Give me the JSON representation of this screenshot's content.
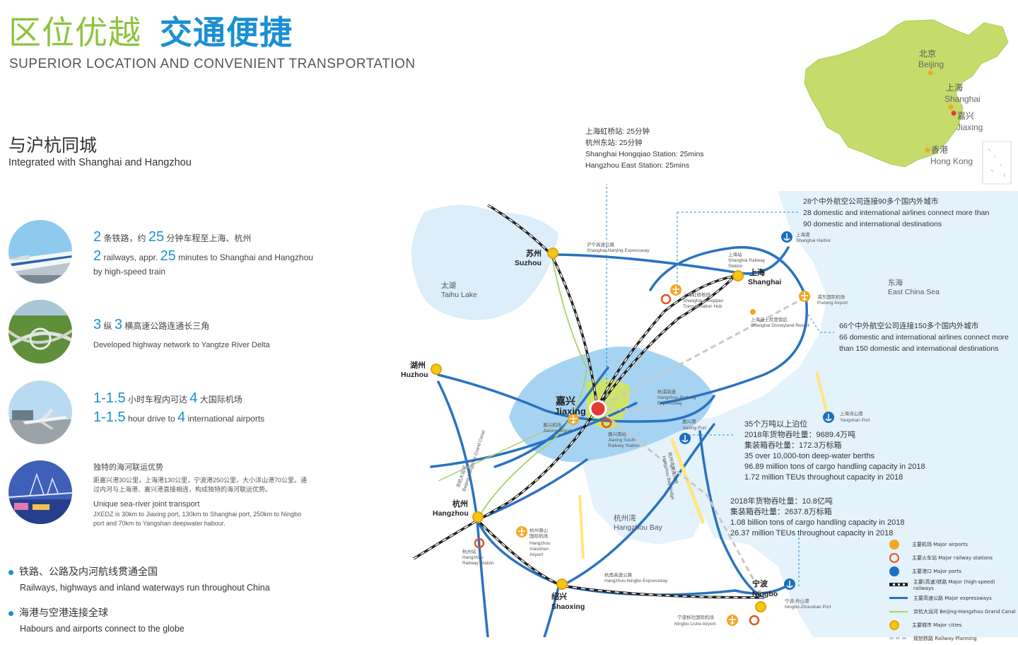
{
  "header": {
    "title_cn_a": "区位优越",
    "title_cn_b": "交通便捷",
    "title_en": "SUPERIOR LOCATION AND CONVENIENT TRANSPORTATION"
  },
  "section": {
    "title_cn": "与沪杭同城",
    "title_en": "Integrated with Shanghai and Hangzhou"
  },
  "features": [
    {
      "n1": "2",
      "cn_a": "条铁路，约",
      "n2": "25",
      "cn_b": "分钟车程至上海、杭州",
      "en_n1": "2",
      "en_a": "railways, appr.",
      "en_n2": "25",
      "en_b": "minutes to Shanghai and Hangzhou",
      "en_c": "by high-speed train"
    },
    {
      "n1": "3",
      "cn_a": "纵",
      "n2": "3",
      "cn_b": "横高速公路连通长三角",
      "en": "Developed highway network to Yangtze River Delta"
    },
    {
      "n1": "1-1.5",
      "cn_a": "小时车程内可达",
      "n2": "4",
      "cn_b": "大国际机场",
      "en_n1": "1-1.5",
      "en_a": "hour drive to",
      "en_n2": "4",
      "en_b": "international airports"
    },
    {
      "cn_title": "独特的海河联运优势",
      "cn_body": "距嘉兴港30公里，上海港130公里，宁波港250公里，大小洋山港70公里。通过内河与上海港、嘉兴港直接相连，构成独特的海河联运优势。",
      "en_title": "Unique sea-river joint transport",
      "en_body": "JXEDZ is 30km to Jiaxing port, 130km to Shanghai port, 250km to Ningbo port and 70km to Yangshan deepwater habour."
    }
  ],
  "bullets": [
    {
      "cn": "铁路、公路及内河航线贯通全国",
      "en": "Railways, highways and inland waterways run throughout China"
    },
    {
      "cn": "海港与空港连接全球",
      "en": "Habours and airports connect to the globe"
    }
  ],
  "inset_map": {
    "cities": [
      {
        "cn": "北京",
        "en": "Beijing"
      },
      {
        "cn": "上海",
        "en": "Shanghai"
      },
      {
        "cn": "嘉兴",
        "en": "Jiaxing"
      },
      {
        "cn": "香港",
        "en": "Hong Kong"
      }
    ]
  },
  "callouts": {
    "rail": [
      "上海虹桥站: 25分钟",
      "杭州东站: 25分钟",
      "Shanghai Hongqiao Station: 25mins",
      "Hangzhou East Station: 25mins"
    ],
    "hongqiao": [
      "28个中外航空公司连接90多个国内外城市",
      "28 domestic and international airlines connect more than",
      "90 domestic and international destinations"
    ],
    "pudong": [
      "66个中外航空公司连接150多个国内外城市",
      "66 domestic and international airlines connect more",
      "than 150 domestic and international destinations"
    ],
    "jiaxing_port": [
      "35个万吨以上泊位",
      "2018年货物吞吐量：9689.4万吨",
      "集装箱吞吐量：172.3万标箱",
      "35 over 10,000-ton deep-water berths",
      "96.89 million tons of cargo handling capacity in 2018",
      "1.72 million TEUs throughout capacity in 2018"
    ],
    "ningbo_port": [
      "2018年货物吞吐量：10.8亿吨",
      "集装箱吞吐量：2637.8万标箱",
      "1.08 billion tons of cargo handling capacity in 2018",
      "26.37 million TEUs throughout capacity in 2018"
    ]
  },
  "map_labels": {
    "suzhou": [
      "苏州",
      "Suzhou"
    ],
    "shanghai": [
      "上海",
      "Shanghai"
    ],
    "jiaxing": [
      "嘉兴",
      "Jiaxing"
    ],
    "huzhou": [
      "湖州",
      "Huzhou"
    ],
    "hangzhou": [
      "杭州",
      "Hangzhou"
    ],
    "shaoxing": [
      "绍兴",
      "Shaoxing"
    ],
    "ningbo": [
      "宁波",
      "Ningbo"
    ],
    "taihu": [
      "太湖",
      "Taihu Lake"
    ],
    "eastsea": [
      "东海",
      "East China Sea"
    ],
    "hzbay": [
      "杭州湾",
      "Hangzhou Bay"
    ],
    "sh_harbor": [
      "上海港",
      "Shanghai Harbor"
    ],
    "sh_station": [
      "上海站",
      "Shanghai Railway",
      "Station"
    ],
    "hongqiao_hub": [
      "上海虹桥枢纽",
      "Shanghai Hongqiao",
      "Transportation Hub"
    ],
    "pudong_airport": [
      "浦东国际机场",
      "Pudong Airport"
    ],
    "disney": [
      "上海迪士尼度假区",
      "Shanghai Disneyland Resort"
    ],
    "yangshan": [
      "上海洋山港",
      "Yangshan Port"
    ],
    "jx_port": [
      "嘉兴港",
      "Jiaxing Port"
    ],
    "jx_airport": [
      "嘉兴机场",
      "Jiaxing Airport"
    ],
    "jx_south": [
      "嘉兴南站",
      "Jiaxing South",
      "Railway Station"
    ],
    "hz_airport": [
      "杭州萧山",
      "国际机场",
      "Hangzhou",
      "Xiaoshan",
      "Airport"
    ],
    "hz_station": [
      "杭州站",
      "Hangzhou",
      "Railway Station"
    ],
    "nb_airport": [
      "宁波栎社国际机场",
      "Ningbo Lishe Airport"
    ],
    "nb_port": [
      "宁波-舟山港",
      "Ningbo-Zhoushan Port"
    ],
    "hwy_hn": [
      "杭甬高速公路",
      "Hangzhou-Ningbo Expressway"
    ],
    "hwy_sn": [
      "沪宁高速公路",
      "Shanghai-Nanjing Expressway"
    ],
    "hwy_hzbay": [
      "杭州湾跨海大桥",
      "Hangzhou Bay Bridge"
    ],
    "hwy_hp": [
      "杭浦高速",
      "Hangzhou-Pudong",
      "Expressway"
    ],
    "hwy_canal": [
      "京杭大运河",
      "Beijing-Hangzhou Grand Canal"
    ]
  },
  "legend": [
    {
      "icon": "airport",
      "label": "主要机场  Major airports"
    },
    {
      "icon": "station",
      "label": "主要火车站  Major railway stations"
    },
    {
      "icon": "port",
      "label": "主要港口  Major ports"
    },
    {
      "icon": "rail",
      "label": "主要(高速)铁路  Major (high-speed) railways"
    },
    {
      "icon": "expressway",
      "label": "主要高速公路  Major expressways"
    },
    {
      "icon": "canal",
      "label": "京杭大运河  Beijing-Hangzhou Grand Canal"
    },
    {
      "icon": "city",
      "label": "主要城市  Major cities"
    },
    {
      "icon": "planned",
      "label": "规划铁路  Railway Planning"
    }
  ],
  "colors": {
    "green": "#8cc43f",
    "blue": "#1a8fd4",
    "expressway": "#2a72c0",
    "orange": "#f5a623",
    "red": "#e53935",
    "sea": "#e4f2fb",
    "lake": "#dbeefa"
  }
}
